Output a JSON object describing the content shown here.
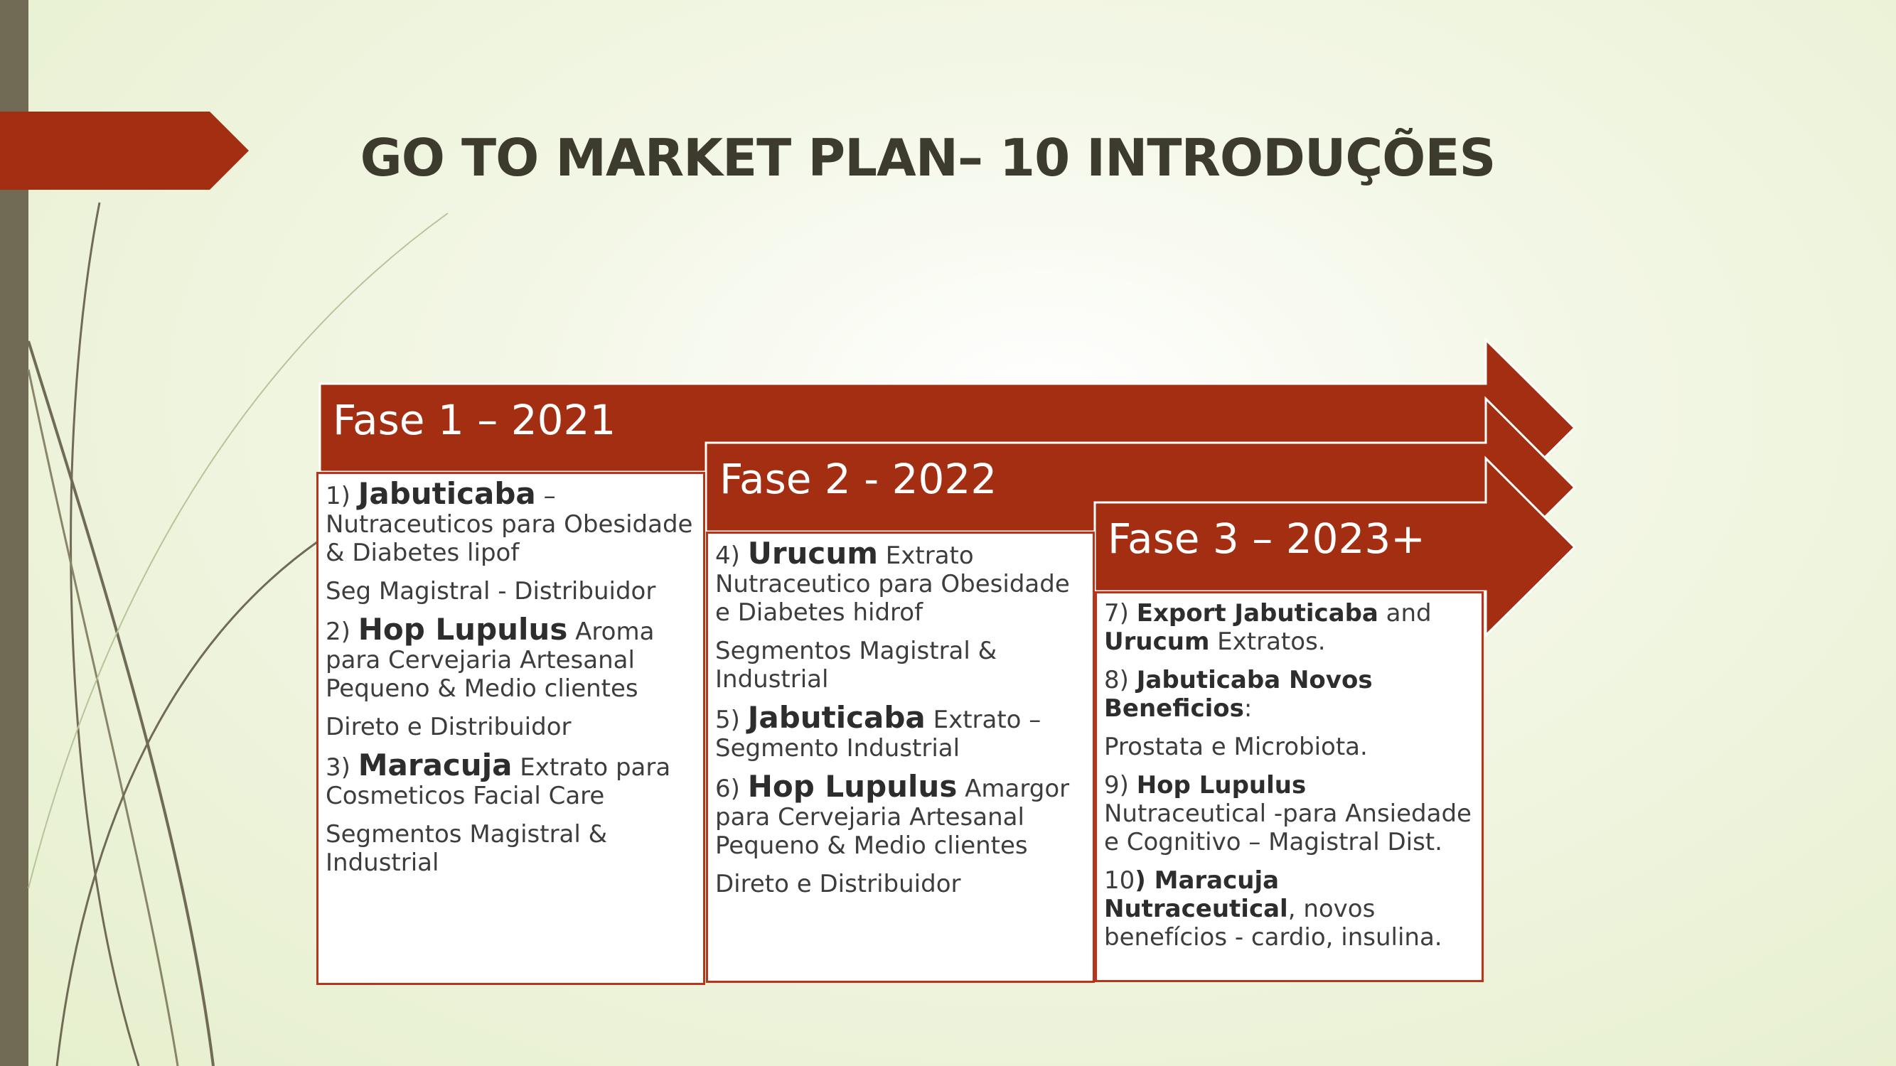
{
  "slide": {
    "title": "GO TO MARKET PLAN– 10 INTRODUÇÕES",
    "colors": {
      "accent": "#a32e12",
      "bar": "#716a55",
      "swoosh": "#716a55",
      "title_text": "#3c3b2e"
    }
  },
  "phases": [
    {
      "label": "Fase 1 – 2021",
      "items": [
        {
          "num": "1)",
          "name": "Jabuticaba",
          "rest": " – Nutraceuticos para Obesidade & Diabetes lipof"
        },
        {
          "plain": "Seg Magistral -  Distribuidor"
        },
        {
          "num": "2)",
          "name": "Hop Lupulus",
          "rest": " Aroma para Cervejaria Artesanal Pequeno & Medio clientes"
        },
        {
          "plain": "Direto e Distribuidor"
        },
        {
          "num": "3)",
          "name": "Maracuja",
          "rest": " Extrato para Cosmeticos Facial Care"
        },
        {
          "plain": "Segmentos Magistral & Industrial"
        }
      ]
    },
    {
      "label": "Fase 2 - 2022",
      "items": [
        {
          "num": "4)",
          "name": "Urucum",
          "rest": " Extrato Nutraceutico para Obesidade e Diabetes hidrof"
        },
        {
          "plain": "Segmentos Magistral & Industrial"
        },
        {
          "num": "5)",
          "name": "Jabuticaba",
          "rest": " Extrato – Segmento Industrial"
        },
        {
          "num": "6)",
          "name": "Hop Lupulus",
          "rest": " Amargor para Cervejaria Artesanal Pequeno & Medio clientes"
        },
        {
          "plain": "Direto e Distribuidor"
        }
      ]
    },
    {
      "label": "Fase 3 – 2023+",
      "items": [
        {
          "p7a": "7) ",
          "p7b": "Export Jabuticaba",
          "p7c": " and ",
          "p7d": "Urucum",
          "p7e": " Extratos."
        },
        {
          "p8a": "8) ",
          "p8b": "Jabuticaba Novos Beneficios",
          "p8c": ":"
        },
        {
          "plain": "Prostata e Microbiota."
        },
        {
          "p9a": "9) ",
          "p9b": "Hop Lupulus",
          "p9c": " Nutraceutical -para Ansiedade e Cognitivo – Magistral Dist."
        },
        {
          "p10a": "10",
          "p10b": ") Maracuja Nutraceutical",
          "p10c": ",",
          "p10d": " novos benefícios - cardio, insulina."
        }
      ]
    }
  ]
}
